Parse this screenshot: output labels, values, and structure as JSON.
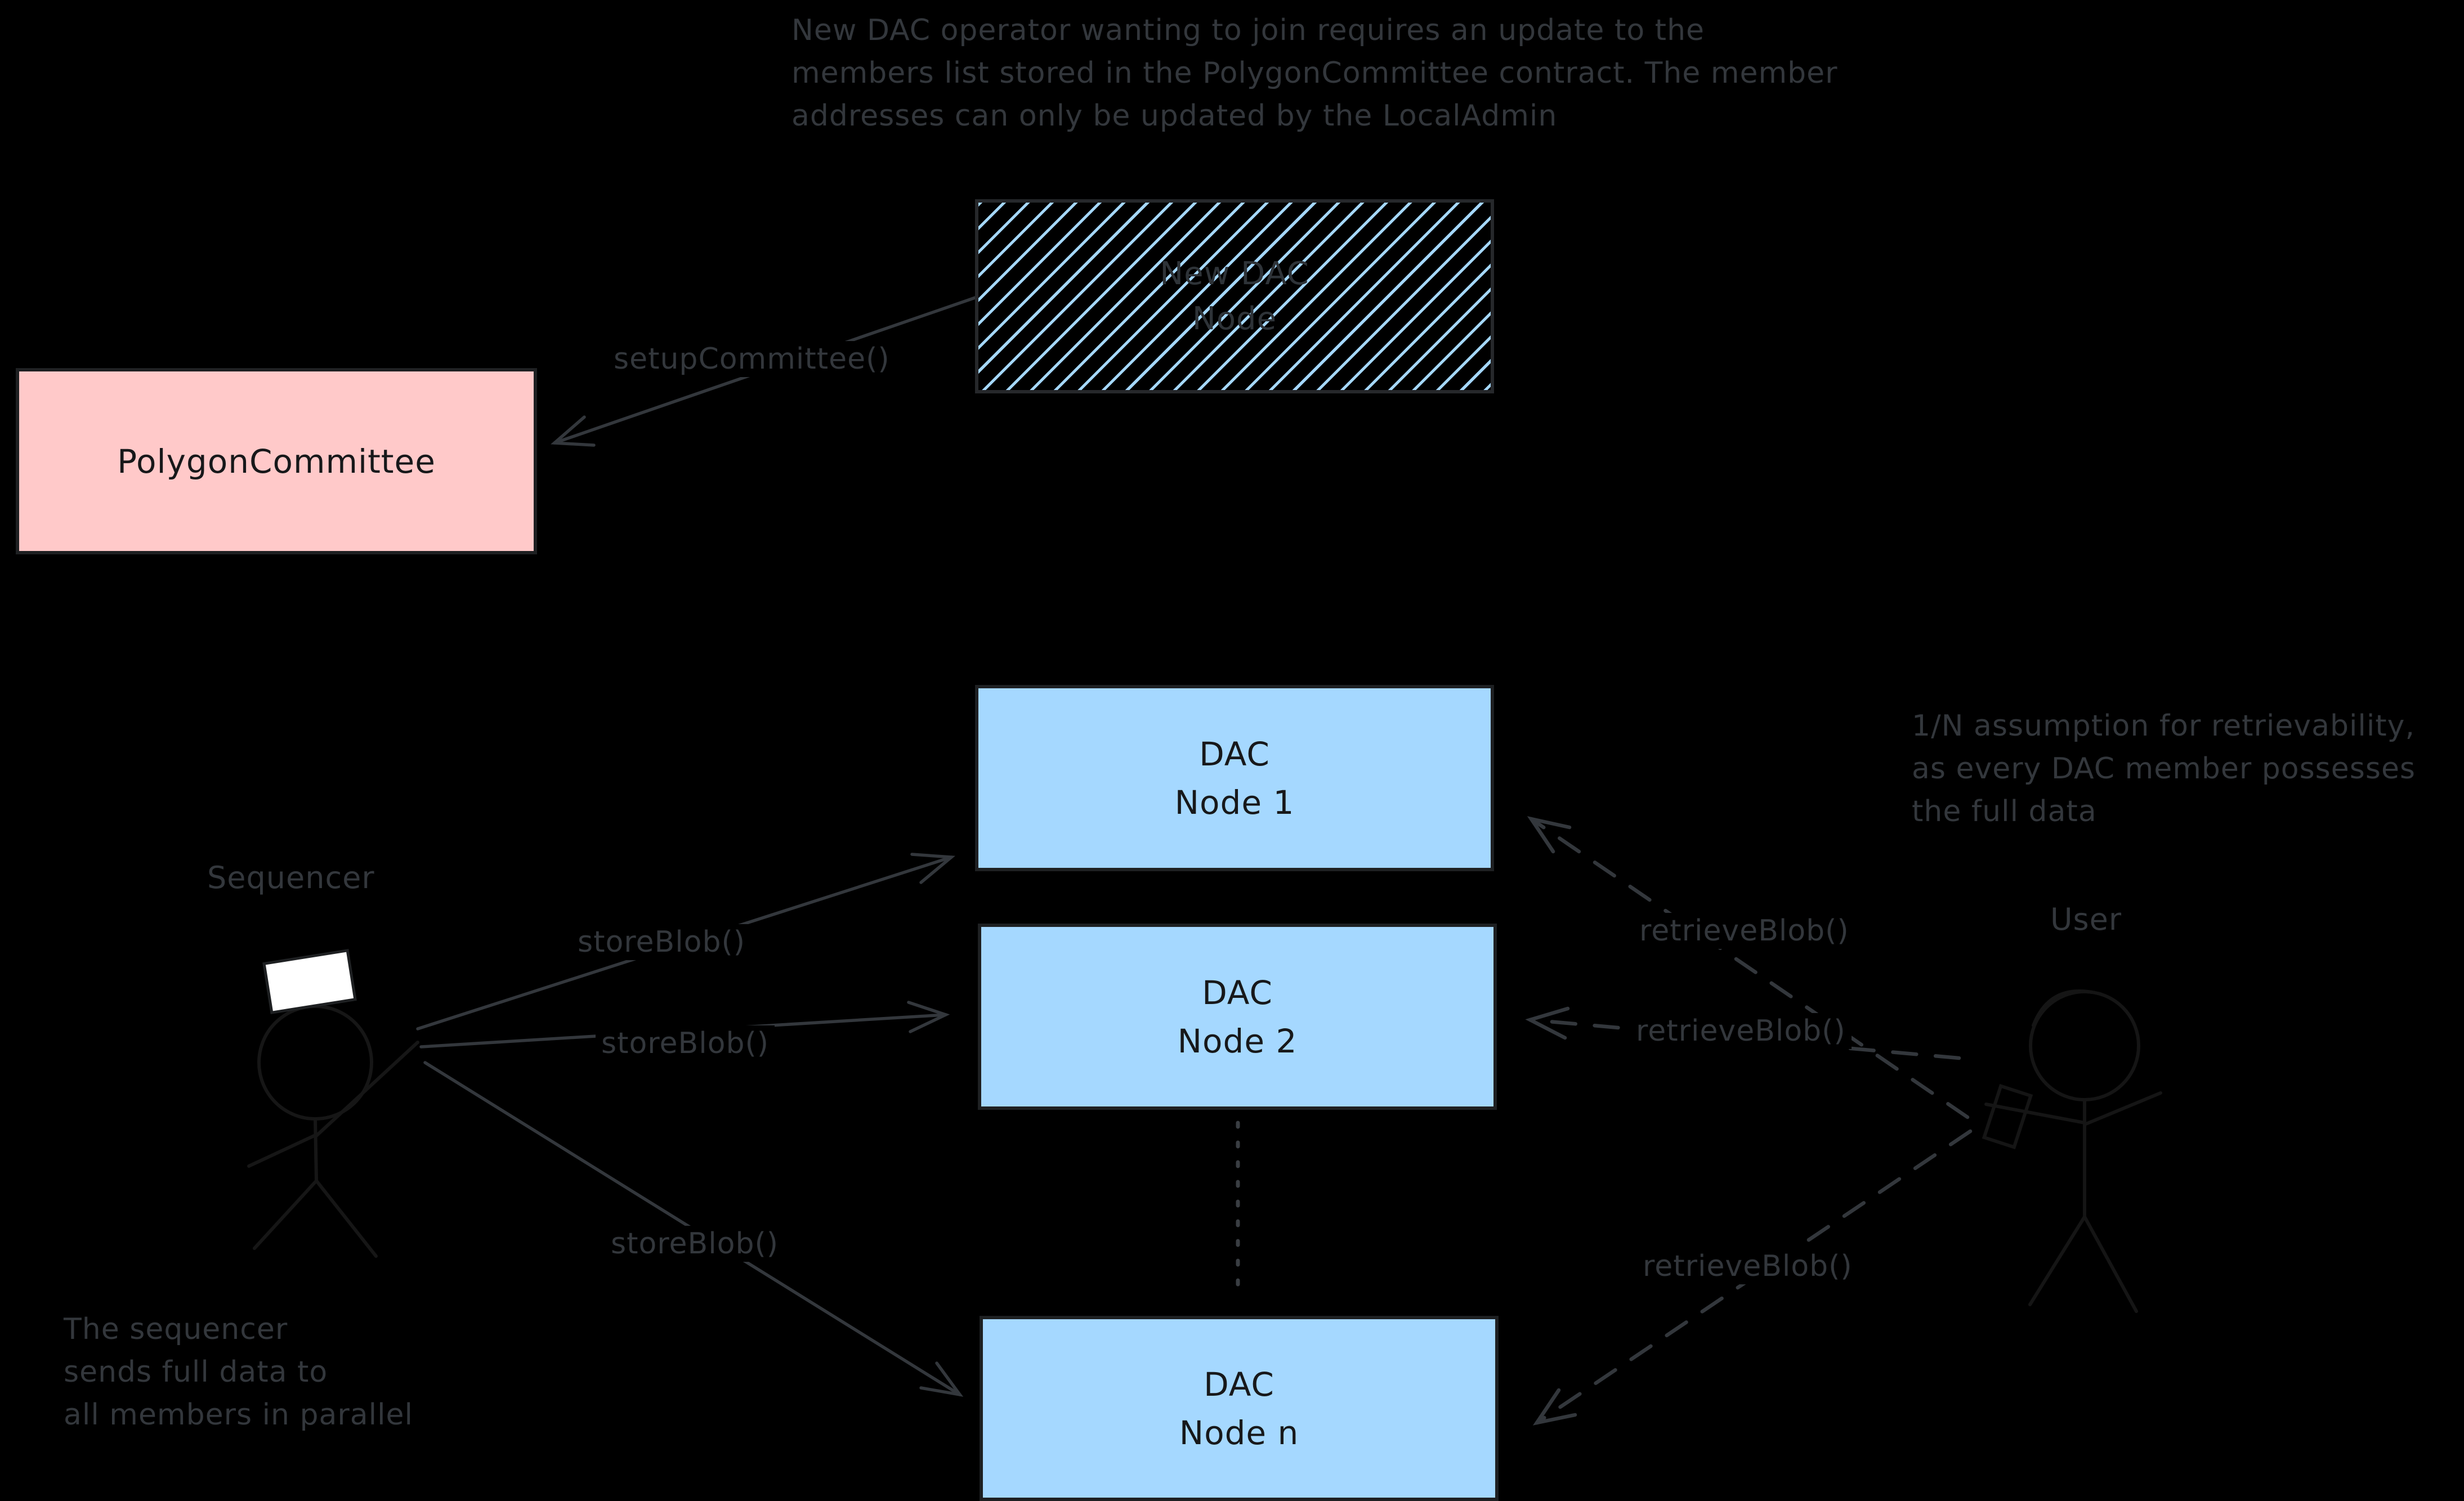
{
  "notes": {
    "join": [
      "New DAC operator wanting to join requires an update to the",
      "members list stored in the PolygonCommittee contract. The member",
      "addresses can only be updated by the LocalAdmin"
    ],
    "retrievability": [
      "1/N assumption for retrievability,",
      "as every DAC member possesses",
      "the full data"
    ],
    "sequencer_note": [
      "The sequencer",
      "sends full data to",
      "all members in parallel"
    ]
  },
  "boxes": {
    "new_dac_node": {
      "line1": "New DAC",
      "line2": "Node"
    },
    "polygon_committee": {
      "label": "PolygonCommittee"
    },
    "dac_node_1": {
      "line1": "DAC",
      "line2": "Node 1"
    },
    "dac_node_2": {
      "line1": "DAC",
      "line2": "Node 2"
    },
    "dac_node_n": {
      "line1": "DAC",
      "line2": "Node n"
    }
  },
  "actors": {
    "sequencer": {
      "label": "Sequencer"
    },
    "user": {
      "label": "User"
    }
  },
  "edges": {
    "setup_committee": {
      "label": "setupCommittee()",
      "style": "solid-arrow"
    },
    "store_blob_node1": {
      "label": "storeBlob()",
      "style": "solid-arrow"
    },
    "store_blob_node2": {
      "label": "storeBlob()",
      "style": "solid-arrow"
    },
    "store_blob_node_n": {
      "label": "storeBlob()",
      "style": "solid-arrow"
    },
    "retrieve_blob_node1": {
      "label": "retrieveBlob()",
      "style": "dashed-arrow"
    },
    "retrieve_blob_node2": {
      "label": "retrieveBlob()",
      "style": "dashed-arrow"
    },
    "retrieve_blob_node_n": {
      "label": "retrieveBlob()",
      "style": "dashed-arrow"
    },
    "continuation_dots": {
      "style": "dotted-line"
    }
  },
  "colors": {
    "background": "#000000",
    "annotation_text": "#33373c",
    "arrow_stroke": "#33373c",
    "blue_fill": "#a5d8ff",
    "pink_fill": "#ffc9c9",
    "hatch_stripe": "#a5d8ff",
    "box_border": "#1e2022",
    "box_text": "#17181a",
    "figure_stroke": "#161616",
    "paper_white": "#ffffff"
  }
}
